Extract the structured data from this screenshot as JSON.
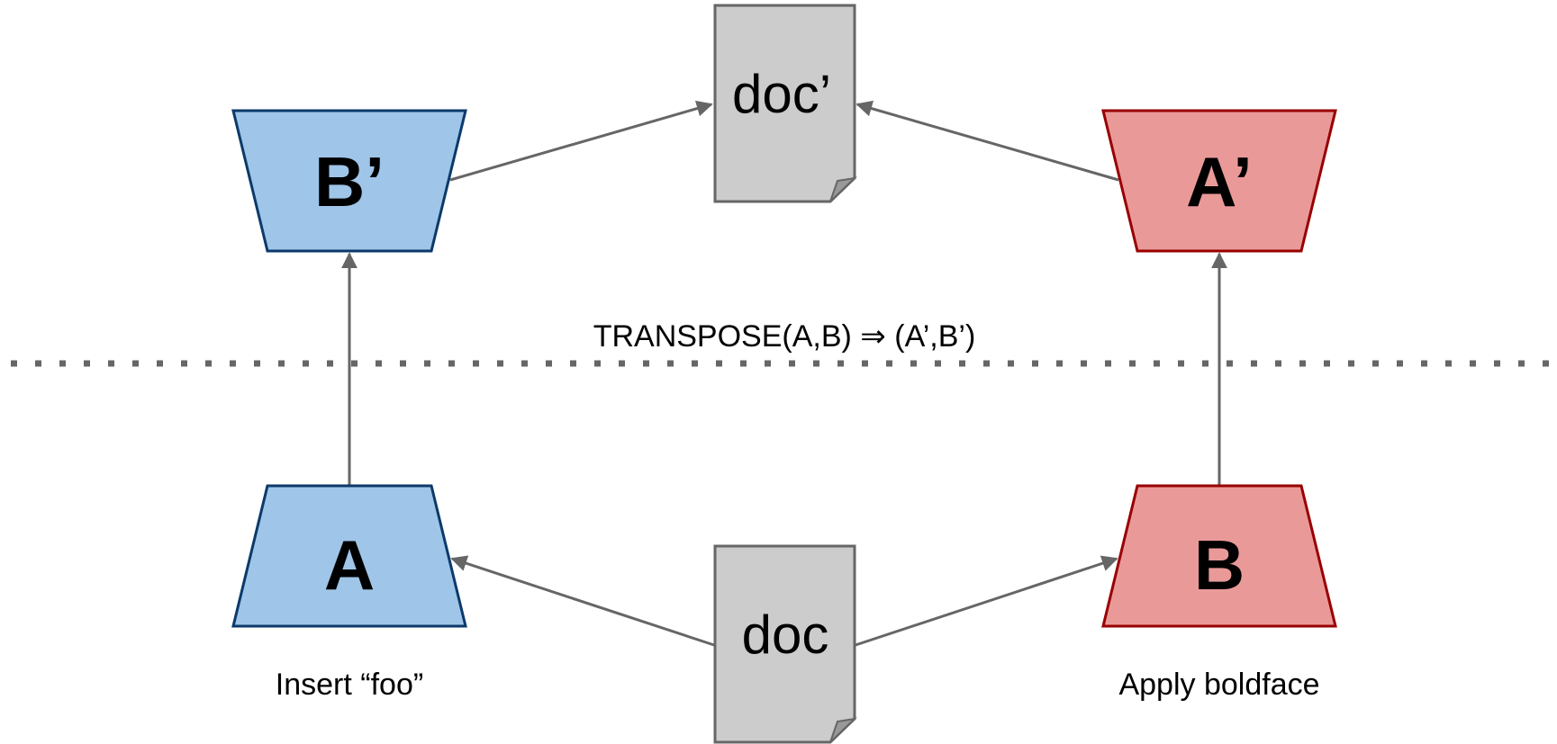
{
  "colors": {
    "blue_fill": "#9fc5e8",
    "blue_stroke": "#0b3a6a",
    "red_fill": "#ea9999",
    "red_stroke": "#990000",
    "doc_fill": "#cccccc",
    "doc_stroke": "#666666",
    "arrow": "#666666",
    "divider": "#666666"
  },
  "nodes": {
    "a": {
      "label": "A"
    },
    "b": {
      "label": "B"
    },
    "a_prime": {
      "label": "A’"
    },
    "b_prime": {
      "label": "B’"
    },
    "doc": {
      "label": "doc"
    },
    "doc_prime": {
      "label": "doc’"
    }
  },
  "captions": {
    "transpose": "TRANSPOSE(A,B) ⇒ (A’,B’)",
    "insert_foo": "Insert “foo”",
    "apply_boldface": "Apply boldface"
  },
  "edges": [
    {
      "from": "doc",
      "to": "A"
    },
    {
      "from": "doc",
      "to": "B"
    },
    {
      "from": "A",
      "to": "B’"
    },
    {
      "from": "B",
      "to": "A’"
    },
    {
      "from": "B’",
      "to": "doc’"
    },
    {
      "from": "A’",
      "to": "doc’"
    }
  ]
}
